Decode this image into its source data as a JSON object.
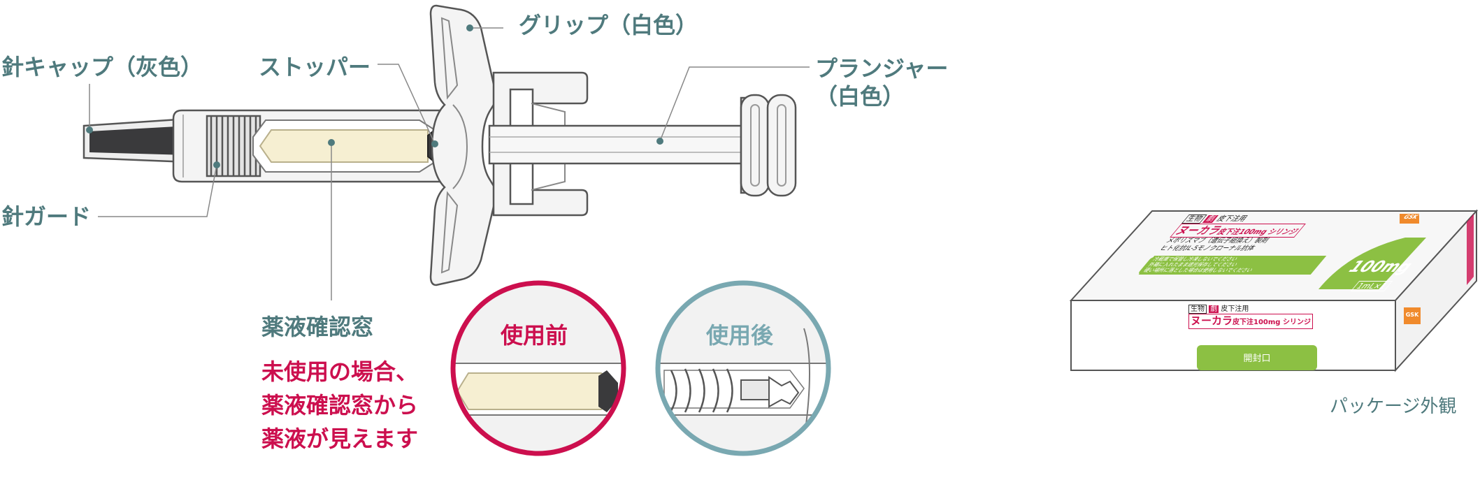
{
  "labels": {
    "grip": "グリップ（白色）",
    "needle_cap": "針キャップ（灰色）",
    "stopper": "ストッパー",
    "plunger_line1": "プランジャー",
    "plunger_line2": "（白色）",
    "needle_guard": "針ガード",
    "window": "薬液確認窓",
    "note_line1": "未使用の場合、",
    "note_line2": "薬液確認窓から",
    "note_line3": "薬液が見えます",
    "before_use": "使用前",
    "after_use": "使用後",
    "package_view": "パッケージ外観"
  },
  "package": {
    "badge1": "生物",
    "badge2": "劇",
    "route": "皮下注用",
    "brand": "ヌーカラ",
    "brand_sub": "皮下注100mg シリンジ",
    "generic": "メポリズマブ（遺伝子組換え）製剤",
    "generic_sub": "ヒト化抗IL-5モノクローナル抗体",
    "note1": "冷蔵庫で保管し冷凍しないでください",
    "note2": "外箱に入れたまま遮光保存してください",
    "note3": "硬い場所に落とした場合は使用しないでください",
    "dose": "100mg",
    "volume": "1mL×1",
    "maker": "GSK",
    "open_label": "開封口"
  },
  "colors": {
    "teal_text": "#4f7a7d",
    "red_text": "#cc0f4e",
    "before_ring": "#cc0f4e",
    "after_ring": "#79a8b1",
    "liquid": "#f6efd2",
    "green": "#8cc043",
    "orange": "#f08a2c",
    "dark_cap": "#3a3a3c"
  }
}
